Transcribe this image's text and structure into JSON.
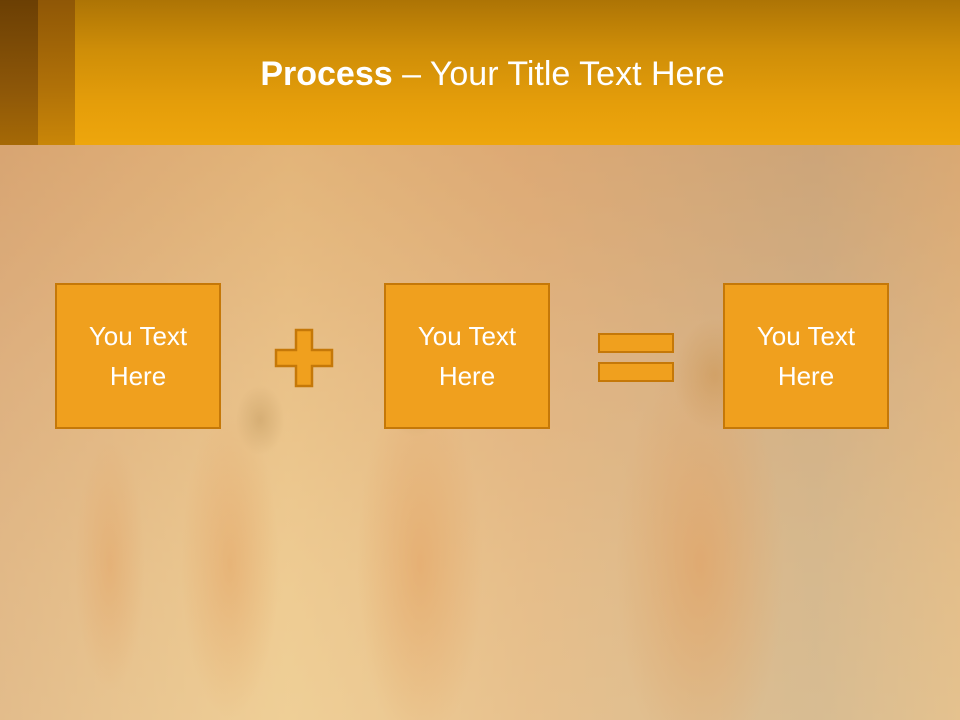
{
  "slide": {
    "title_bold": "Process",
    "title_rest": " – Your Title Text Here"
  },
  "process": {
    "boxes": [
      {
        "label": "You Text Here"
      },
      {
        "label": "You Text Here"
      },
      {
        "label": "You Text Here"
      }
    ],
    "operators": [
      "plus-icon",
      "equals-icon"
    ]
  },
  "colors": {
    "header": "#e49d0a",
    "box_fill": "#f0a01e",
    "box_border": "#c57808",
    "text": "#ffffff"
  }
}
